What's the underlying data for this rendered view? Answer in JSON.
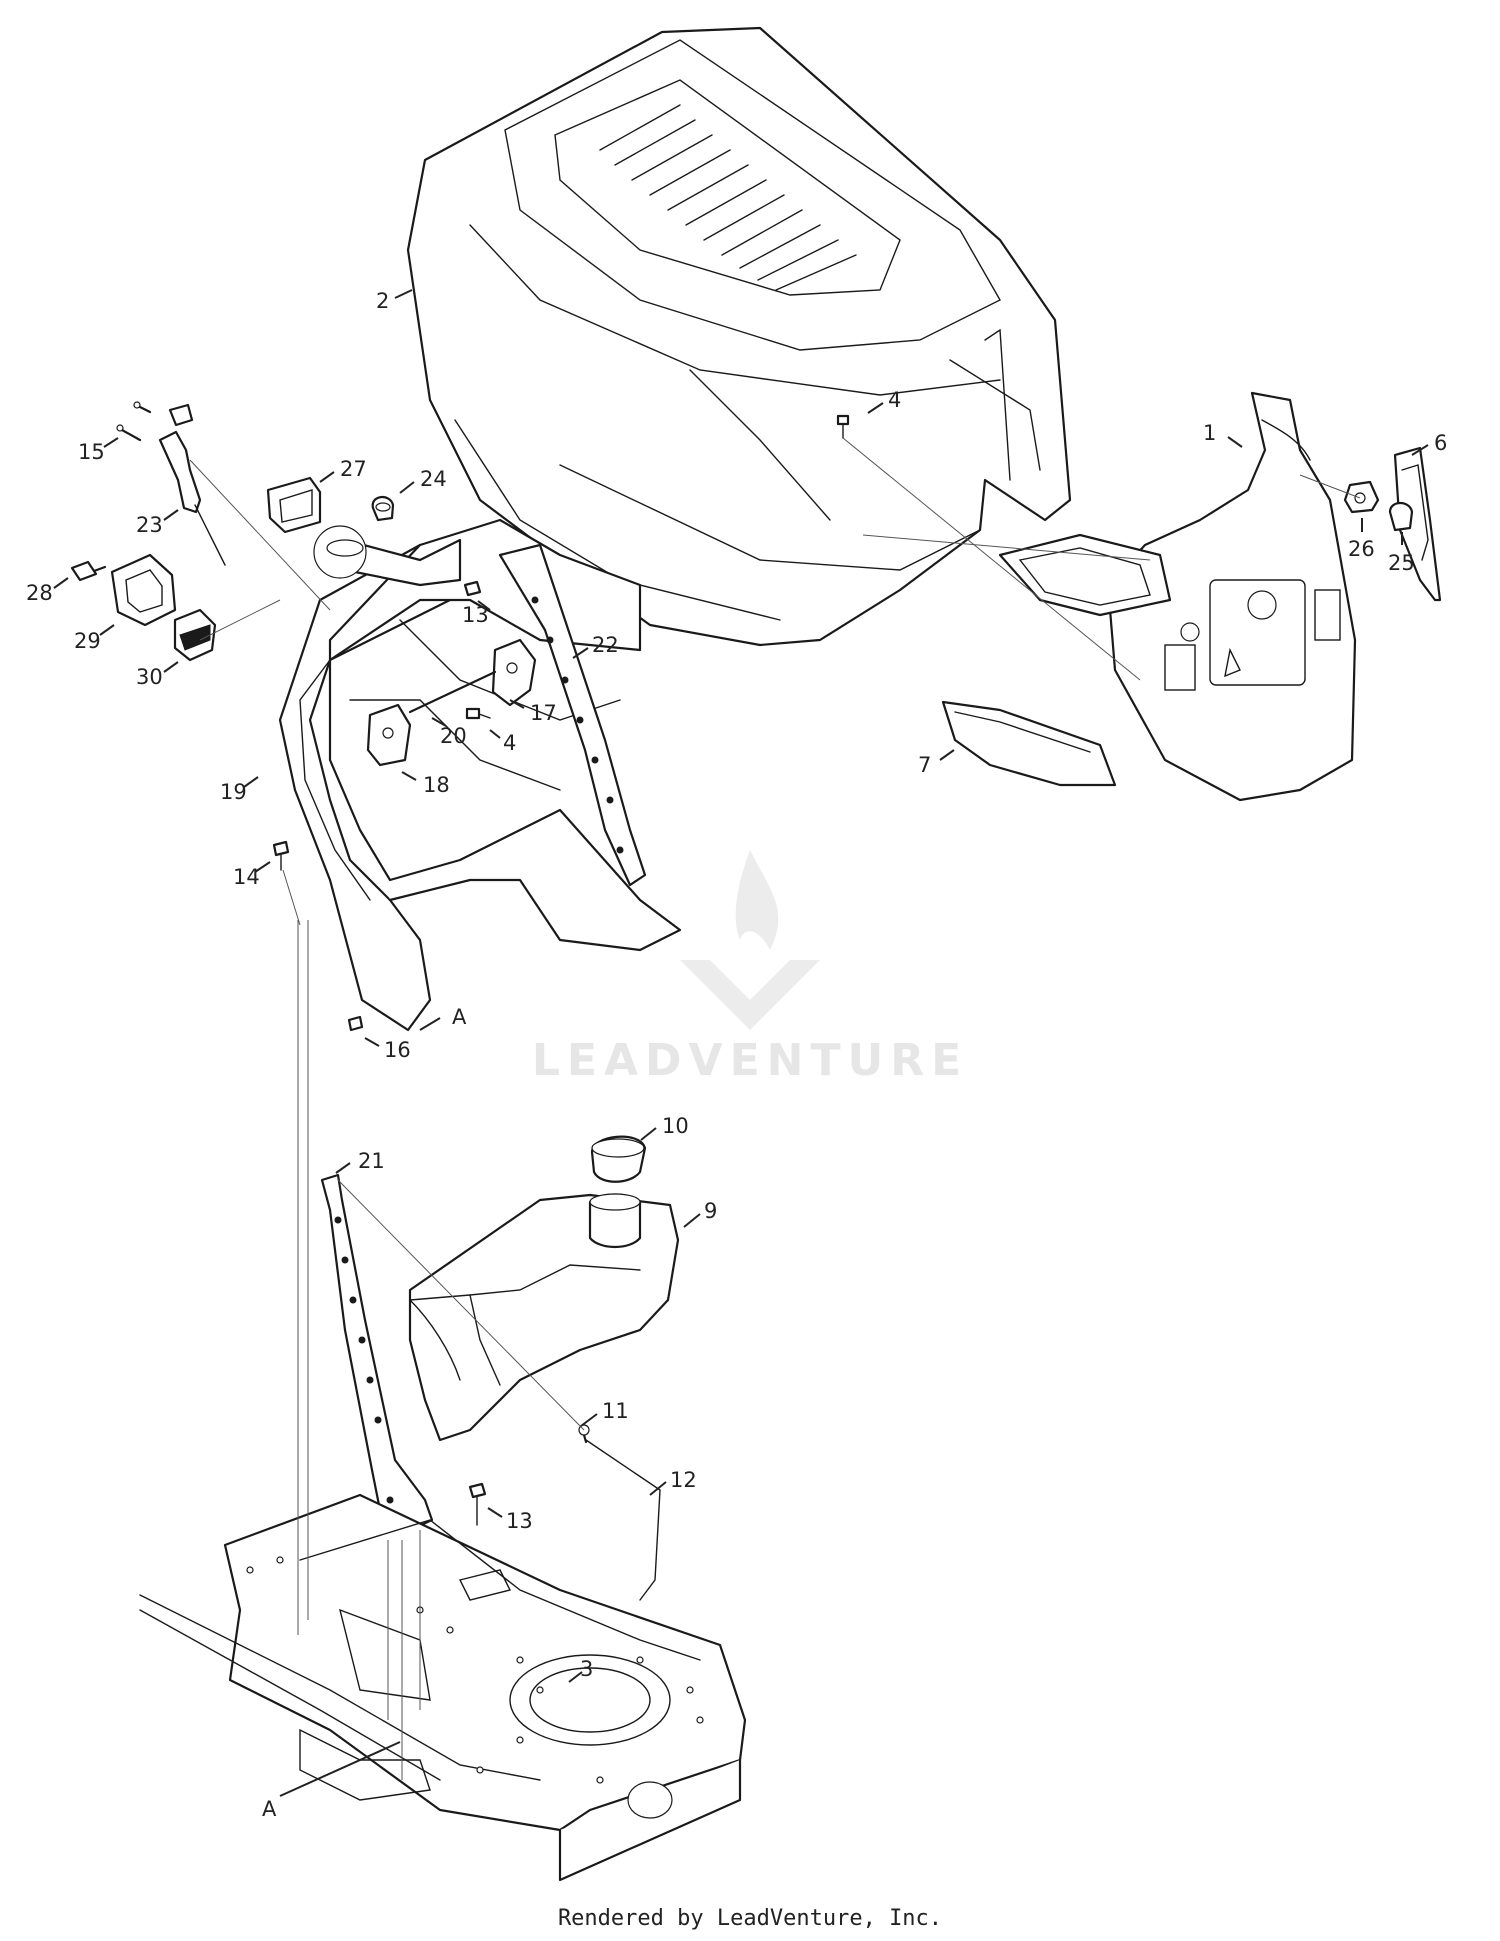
{
  "labels": {
    "p1": "1",
    "p2": "2",
    "p3": "3",
    "p4a": "4",
    "p4b": "4",
    "p6": "6",
    "p7": "7",
    "p9": "9",
    "p10": "10",
    "p11": "11",
    "p12": "12",
    "p13a": "13",
    "p13b": "13",
    "p14": "14",
    "p15": "15",
    "p16": "16",
    "p17": "17",
    "p18": "18",
    "p19": "19",
    "p20": "20",
    "p21": "21",
    "p22": "22",
    "p23": "23",
    "p24": "24",
    "p25": "25",
    "p26": "26",
    "p27": "27",
    "p28": "28",
    "p29": "29",
    "p30": "30",
    "refA1": "A",
    "refA2": "A"
  },
  "watermark": {
    "text": "LEADVENTURE"
  },
  "footer": {
    "text": "Rendered by LeadVenture, Inc."
  }
}
